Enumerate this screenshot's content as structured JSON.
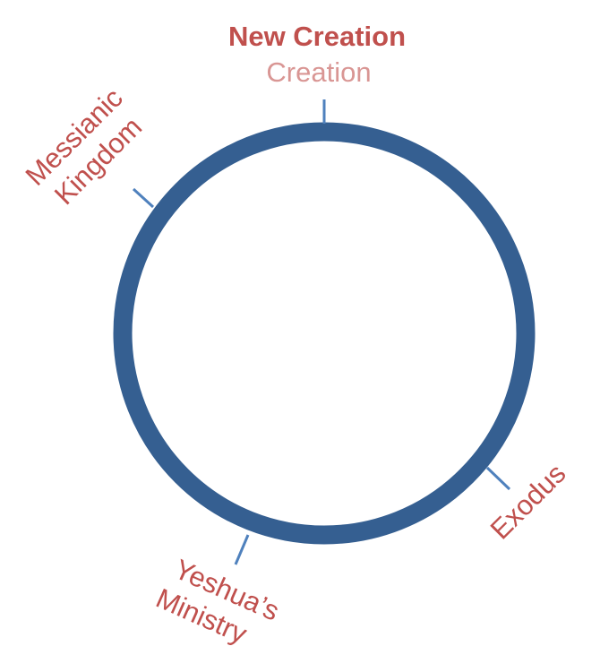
{
  "diagram": {
    "colors": {
      "ring": "#355f91",
      "tick": "#4f81bd",
      "label": "#c0504d",
      "label_faded": "#d99694",
      "background": "#ffffff"
    },
    "labels": {
      "new_creation": "New Creation",
      "creation": "Creation",
      "messianic": "Messianic",
      "kingdom": "Kingdom",
      "exodus": "Exodus",
      "yeshuas": "Yeshua’s",
      "ministry": "Ministry"
    }
  }
}
